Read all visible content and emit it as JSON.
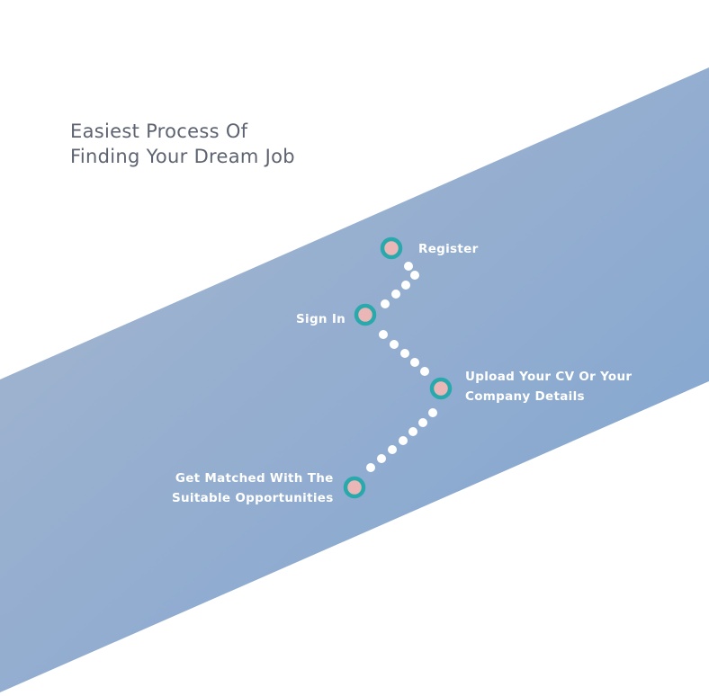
{
  "title": {
    "line1": "Easiest Process Of",
    "line2": "Finding Your Dream Job"
  },
  "steps": [
    {
      "lines": [
        "Register"
      ]
    },
    {
      "lines": [
        "Sign In"
      ]
    },
    {
      "lines": [
        "Upload Your CV Or Your",
        "Company Details"
      ]
    },
    {
      "lines": [
        "Get Matched With The",
        "Suitable Opportunities"
      ]
    }
  ],
  "colors": {
    "band_top": "#a7b7cf",
    "band_bottom": "#7fa4d0",
    "node_ring": "#2aa9ad",
    "node_fill": "#eab6b6",
    "connector_dots": "#ffffff",
    "title_text": "#5d6370",
    "label_text": "#ffffff"
  }
}
